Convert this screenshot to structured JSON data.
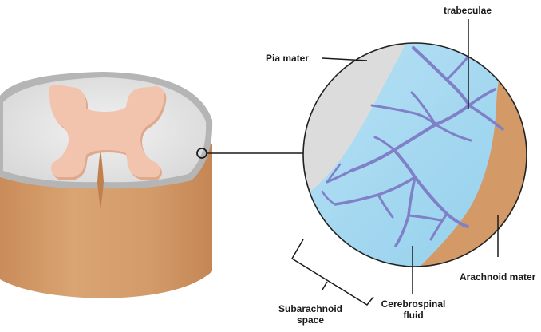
{
  "labels": {
    "trabeculae": "trabeculae",
    "pia_mater": "Pia mater",
    "arachnoid_mater": "Arachnoid mater",
    "subarachnoid_line1": "Subarachnoid",
    "subarachnoid_line2": "space",
    "csf_line1": "Cerebrospinal",
    "csf_line2": "fluid"
  },
  "colors": {
    "outer_tissue": "#d49b6a",
    "white_matter": "#e6e6e6",
    "grey_matter": "#f2c4ae",
    "pia_mater": "#dcdcdc",
    "csf": "#9fd5ef",
    "trabeculae": "#8080c8",
    "arachnoid": "#d39a67",
    "leader_lines": "#1a1a1a"
  }
}
